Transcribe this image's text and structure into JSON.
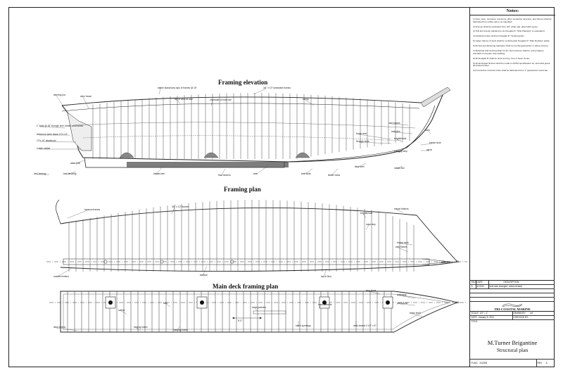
{
  "views": {
    "elevation": {
      "title": "Framing elevation"
    },
    "plan": {
      "title": "Framing plan"
    },
    "deck": {
      "title": "Main deck framing plan"
    }
  },
  "elevation_callouts": [
    "steering box",
    "stern frame",
    "1\" bolts @ 18\" through keel, timber and frames",
    "timbers to stern frame 12\"x 14\"",
    "10\"x 10\" deadwood",
    "rudder rabbet",
    "keel bearing",
    "keel blocking",
    "stern post",
    "batten stanchions tops of frames @ 16\"",
    "top of deck at side",
    "underside of main rail",
    "3/4\" x 10\" laminated frames",
    "clamp",
    "frame heel",
    "through bolts",
    "waterline",
    "cant frames",
    "stem",
    "keel",
    "ballast keel",
    "floor timbers",
    "keel bolts",
    "limber holes",
    "breast hook",
    "apron",
    "knightheads",
    "bowsprit step",
    "false keel",
    "rabbet line"
  ],
  "plan_callouts": [
    "transom frames",
    "counter timbers",
    "3/4\" x 10\" frames",
    "keelson",
    "cant frames",
    "breast hook",
    "knightheads",
    "mast step",
    "hawse timbers",
    "top of floor",
    "centerline"
  ],
  "deck_callouts": [
    "deck beams",
    "carlins",
    "lodging knees",
    "hanging knees",
    "hatch openings",
    "mast partners",
    "lower partners",
    "bitts",
    "deck beams 3 1/2\" x 5\"",
    "beam shelf",
    "king plank",
    "waterway",
    "planksheer"
  ],
  "dimension_label": "8'-0\"",
  "centerline_symbol": "CL",
  "notes": {
    "title": "Notes:",
    "items": [
      "1) Keel, stem, sternpost, transoms, other centerline structure, and frames shall be fabricated from white oak or as specified.",
      "2) Frames shall be laminated from 3/4\" white oak, glued with epoxy.",
      "3) Hull and interior planking to be Douglas fir \"Ship Planking\" or equivalent.",
      "4) Decking lumber shall be Douglas fir \"Vertical grain\".",
      "5) Upper frames of deck shall be vertical grain Douglas fir \"Ship Decking\" grade.",
      "6) All bolt and fastening hardware shall be hot dip galvanized or silicon bronze.",
      "7) Materials and workmanship for the hull structure shall be of the highest standard of wooden ship building.",
      "8) All Douglas fir shall be clear and dry, free of heart center.",
      "9) All laminated timbers shall be made to ASTM specification for structural glued laminated timber.",
      "10) Centerline structure bolts shall be fabricated from 1\" galvanized round bar."
    ]
  },
  "title_block": {
    "rev_header": "REV",
    "date_header": "DATE",
    "desc_header": "DESCRIPTION",
    "rev": "A",
    "rev_date": "4/10/11",
    "rev_desc": "keel size changed, notes revised",
    "company": "TRI-COASTAL MARINE",
    "scale_label": "SCALE:",
    "scale": "1/4\" = 1'",
    "drawn_label": "DRAWN BY:",
    "drawn": "mt",
    "date_label": "DATE:",
    "date": "January 5, 2011",
    "checked_label": "CHECKED BY:",
    "checked": "",
    "title_label": "TITLE:",
    "vessel": "M.Turner Brigantine",
    "sheet_title": "Structural plan",
    "plan_label": "PLAN:",
    "plan_no": "312000",
    "revno_label": "REV:",
    "revno": "A"
  }
}
